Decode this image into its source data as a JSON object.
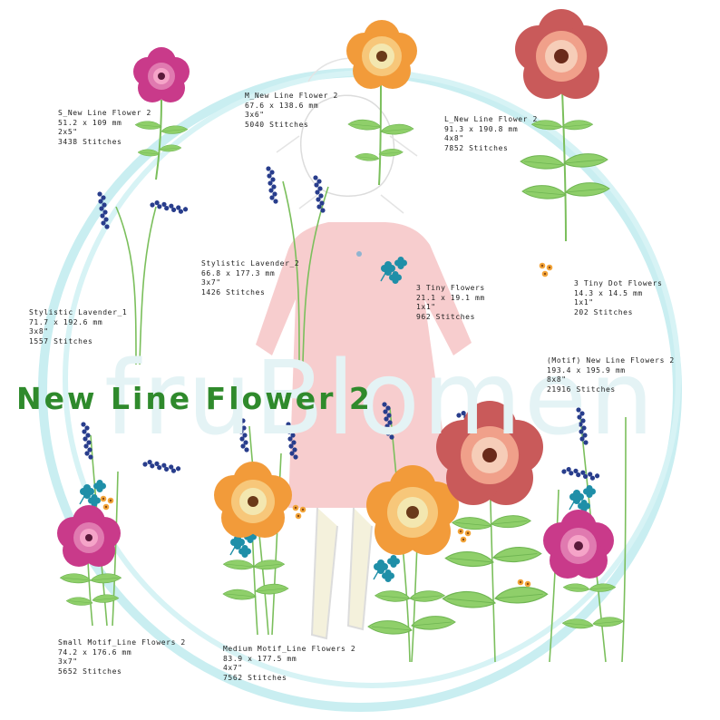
{
  "title": "New Line Flower 2",
  "watermark": "fruBlomen",
  "colors": {
    "title": "#2f8a2c",
    "ring": "#c9eef1",
    "leaf": "#8fcf6a",
    "lavender": "#283d8c",
    "dress": "#f6c4c6"
  },
  "designs": [
    {
      "name": "S_New Line Flower 2",
      "size": "51.2 x 109 mm",
      "hoop": "2x5\"",
      "stitches": "3438 Stitches"
    },
    {
      "name": "M_New Line Flower 2",
      "size": "67.6 x 138.6 mm",
      "hoop": "3x6\"",
      "stitches": "5040 Stitches"
    },
    {
      "name": "L_New Line Flower 2",
      "size": "91.3 x 190.8 mm",
      "hoop": "4x8\"",
      "stitches": "7852 Stitches"
    },
    {
      "name": "Stylistic Lavender_2",
      "size": "66.8 x 177.3 mm",
      "hoop": "3x7\"",
      "stitches": "1426 Stitches"
    },
    {
      "name": "3 Tiny Flowers",
      "size": "21.1 x 19.1 mm",
      "hoop": "1x1\"",
      "stitches": "962 Stitches"
    },
    {
      "name": "3 Tiny Dot Flowers",
      "size": "14.3 x 14.5 mm",
      "hoop": "1x1\"",
      "stitches": "202 Stitches"
    },
    {
      "name": "Stylistic Lavender_1",
      "size": "71.7 x 192.6 mm",
      "hoop": "3x8\"",
      "stitches": "1557 Stitches"
    },
    {
      "name": "(Motif) New Line Flowers 2",
      "size": "193.4 x 195.9 mm",
      "hoop": "8x8\"",
      "stitches": "21916 Stitches"
    },
    {
      "name": "Small Motif_Line Flowers 2",
      "size": "74.2 x 176.6 mm",
      "hoop": "3x7\"",
      "stitches": "5652 Stitches"
    },
    {
      "name": "Medium Motif_Line Flowers 2",
      "size": "83.9 x 177.5 mm",
      "hoop": "4x7\"",
      "stitches": "7562 Stitches"
    }
  ]
}
